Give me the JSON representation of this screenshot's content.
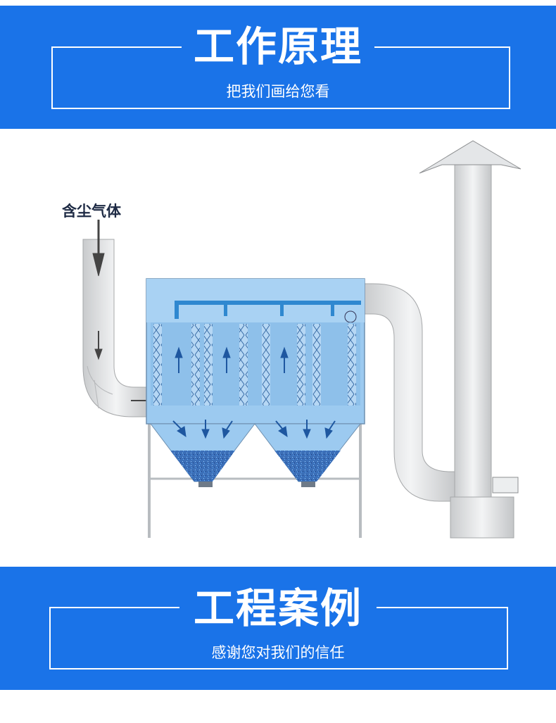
{
  "banner_top": {
    "title": "工作原理",
    "subtitle": "把我们画给您看"
  },
  "diagram": {
    "inlet_label": "含尘气体"
  },
  "banner_bottom": {
    "title": "工程案例",
    "subtitle": "感谢您对我们的信任"
  },
  "colors": {
    "banner_blue": "#1a73e8",
    "housing_blue": "#9ccaf0",
    "pipe_blue": "#2f88d0",
    "duct_gray": "#d8dadc"
  }
}
